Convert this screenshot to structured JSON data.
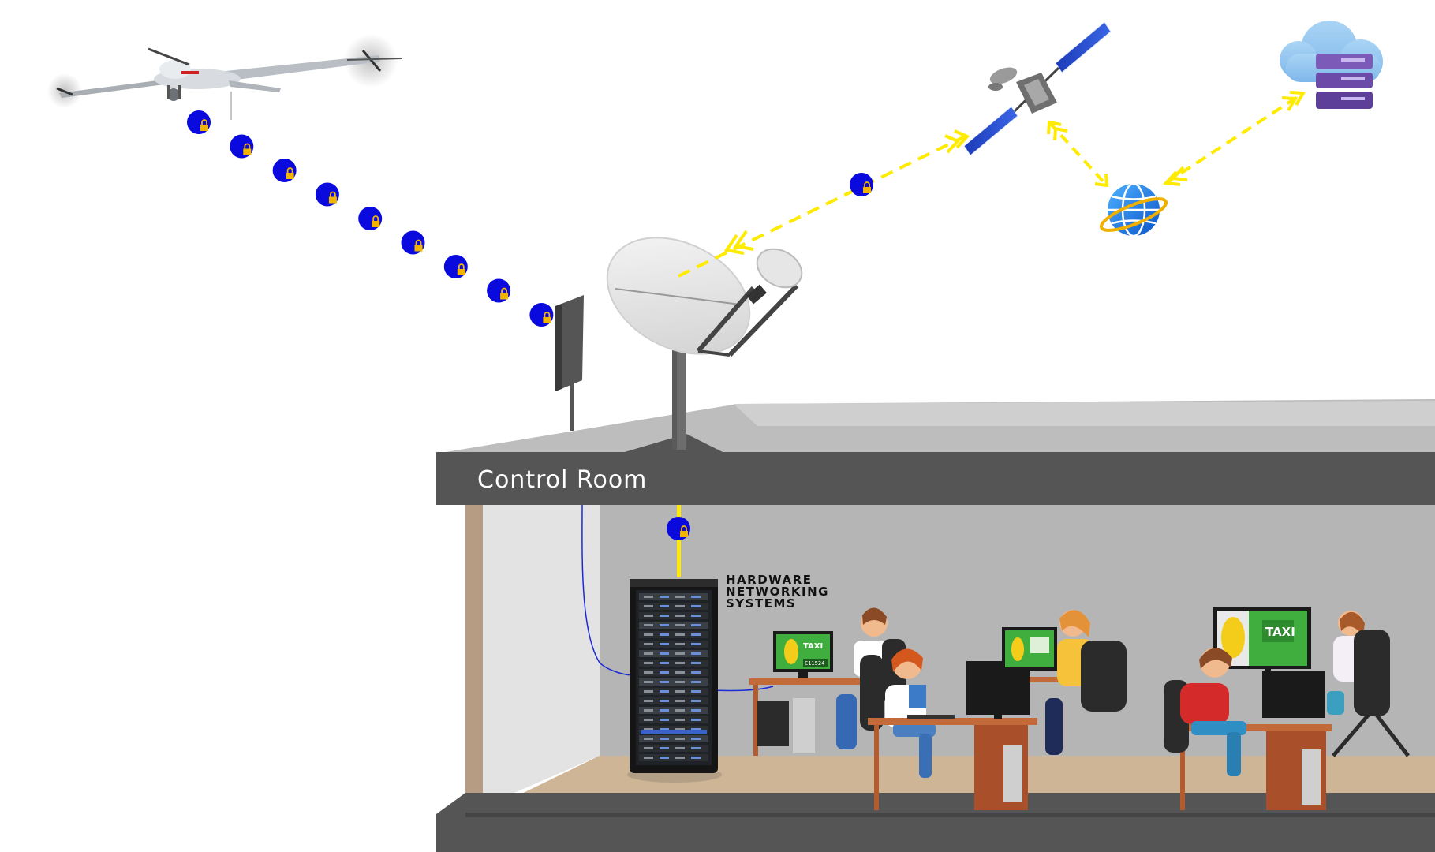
{
  "labels": {
    "control_room": "Control Room",
    "hw_line1": "HARDWARE",
    "hw_line2": "NETWORKING",
    "hw_line3": "SYSTEMS"
  },
  "screen_texts": {
    "taxi": "TAXI",
    "car_id": "C11524"
  },
  "colors": {
    "link_dashed": "#ffeb00",
    "packet_blue": "#0a0adf",
    "lock_gold": "#f2b400",
    "building_dark": "#555555",
    "roof_gray": "#bdbdbd",
    "wall_gray": "#b5b5b5",
    "floor_tan": "#cdb596",
    "cable_blue": "#1a2bd6",
    "screen_green": "#3fae3f"
  },
  "icons": {
    "uav": "uav-icon",
    "satellite": "satellite-icon",
    "globe": "globe-icon",
    "cloud_server": "cloud-server-icon",
    "dish": "satellite-dish-icon",
    "flat_antenna": "flat-panel-antenna-icon",
    "server_rack": "server-rack-icon",
    "packet_lock": "lock-icon"
  }
}
